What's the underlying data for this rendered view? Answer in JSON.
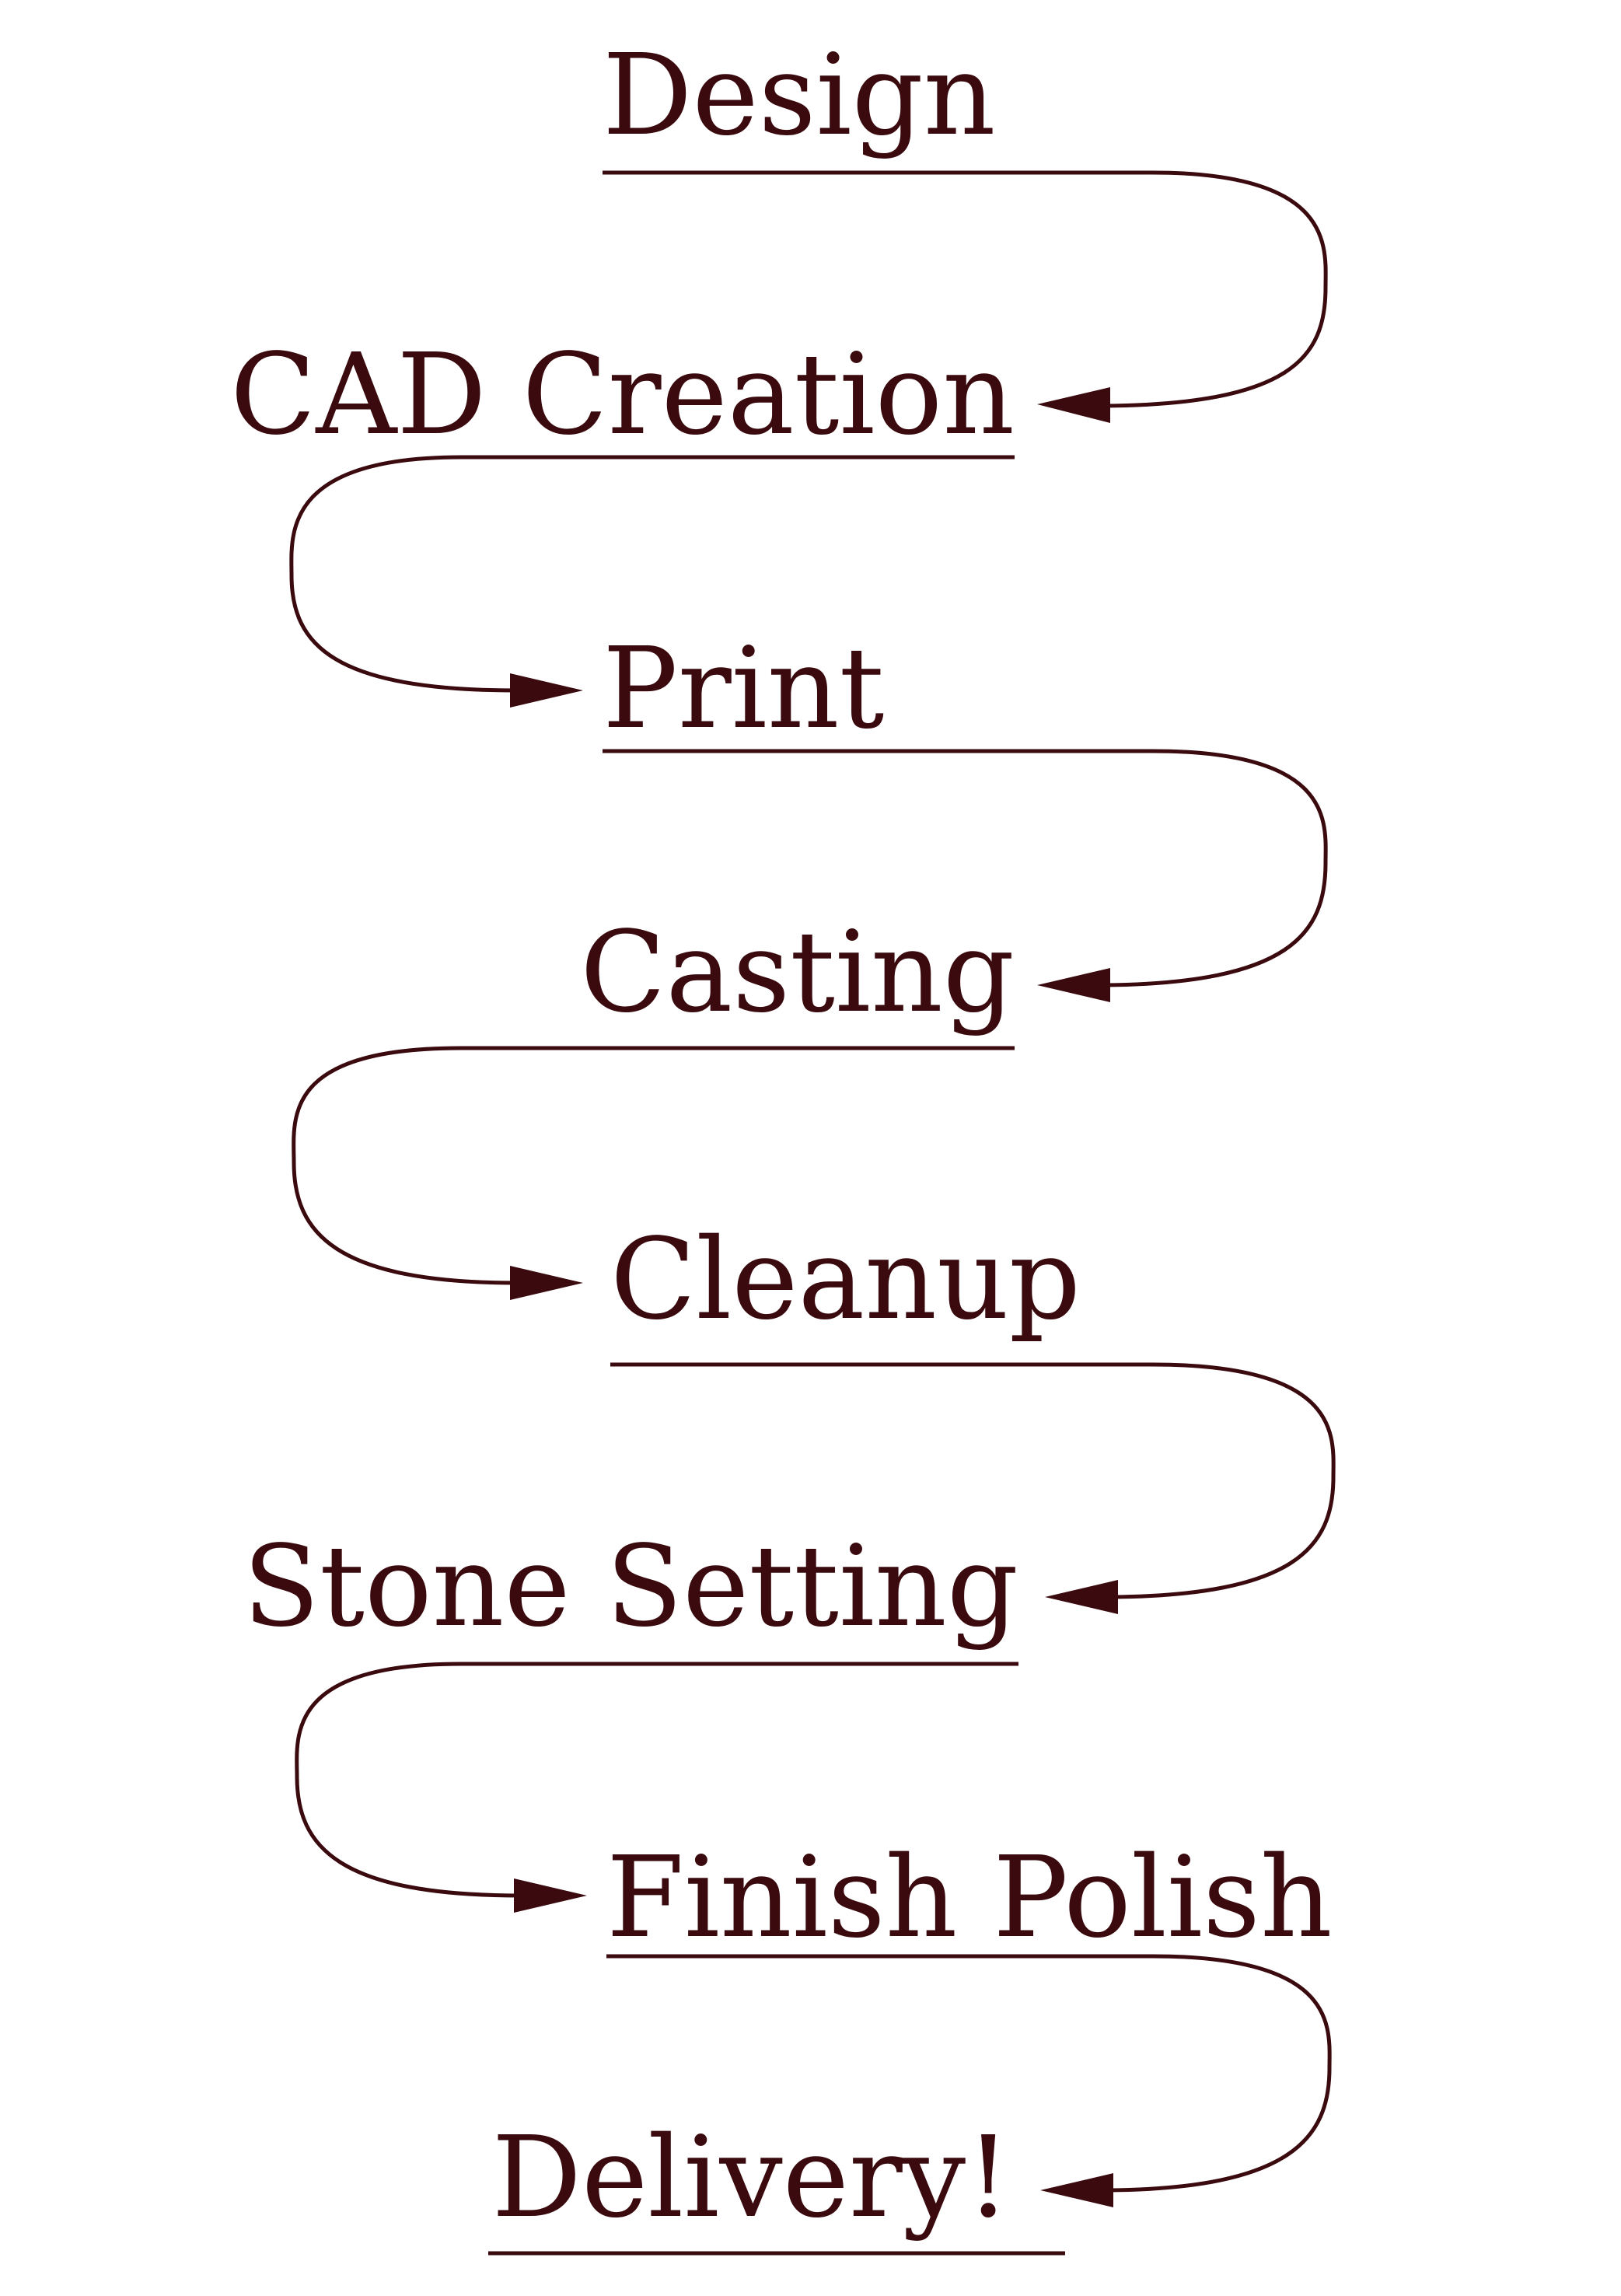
{
  "colors": {
    "ink": "#3a0a0e",
    "background": "#ffffff"
  },
  "steps": [
    {
      "label": "Design"
    },
    {
      "label": "CAD Creation"
    },
    {
      "label": "Print"
    },
    {
      "label": "Casting"
    },
    {
      "label": "Cleanup"
    },
    {
      "label": "Stone Setting"
    },
    {
      "label": "Finish Polish"
    },
    {
      "label": "Delivery!"
    }
  ]
}
